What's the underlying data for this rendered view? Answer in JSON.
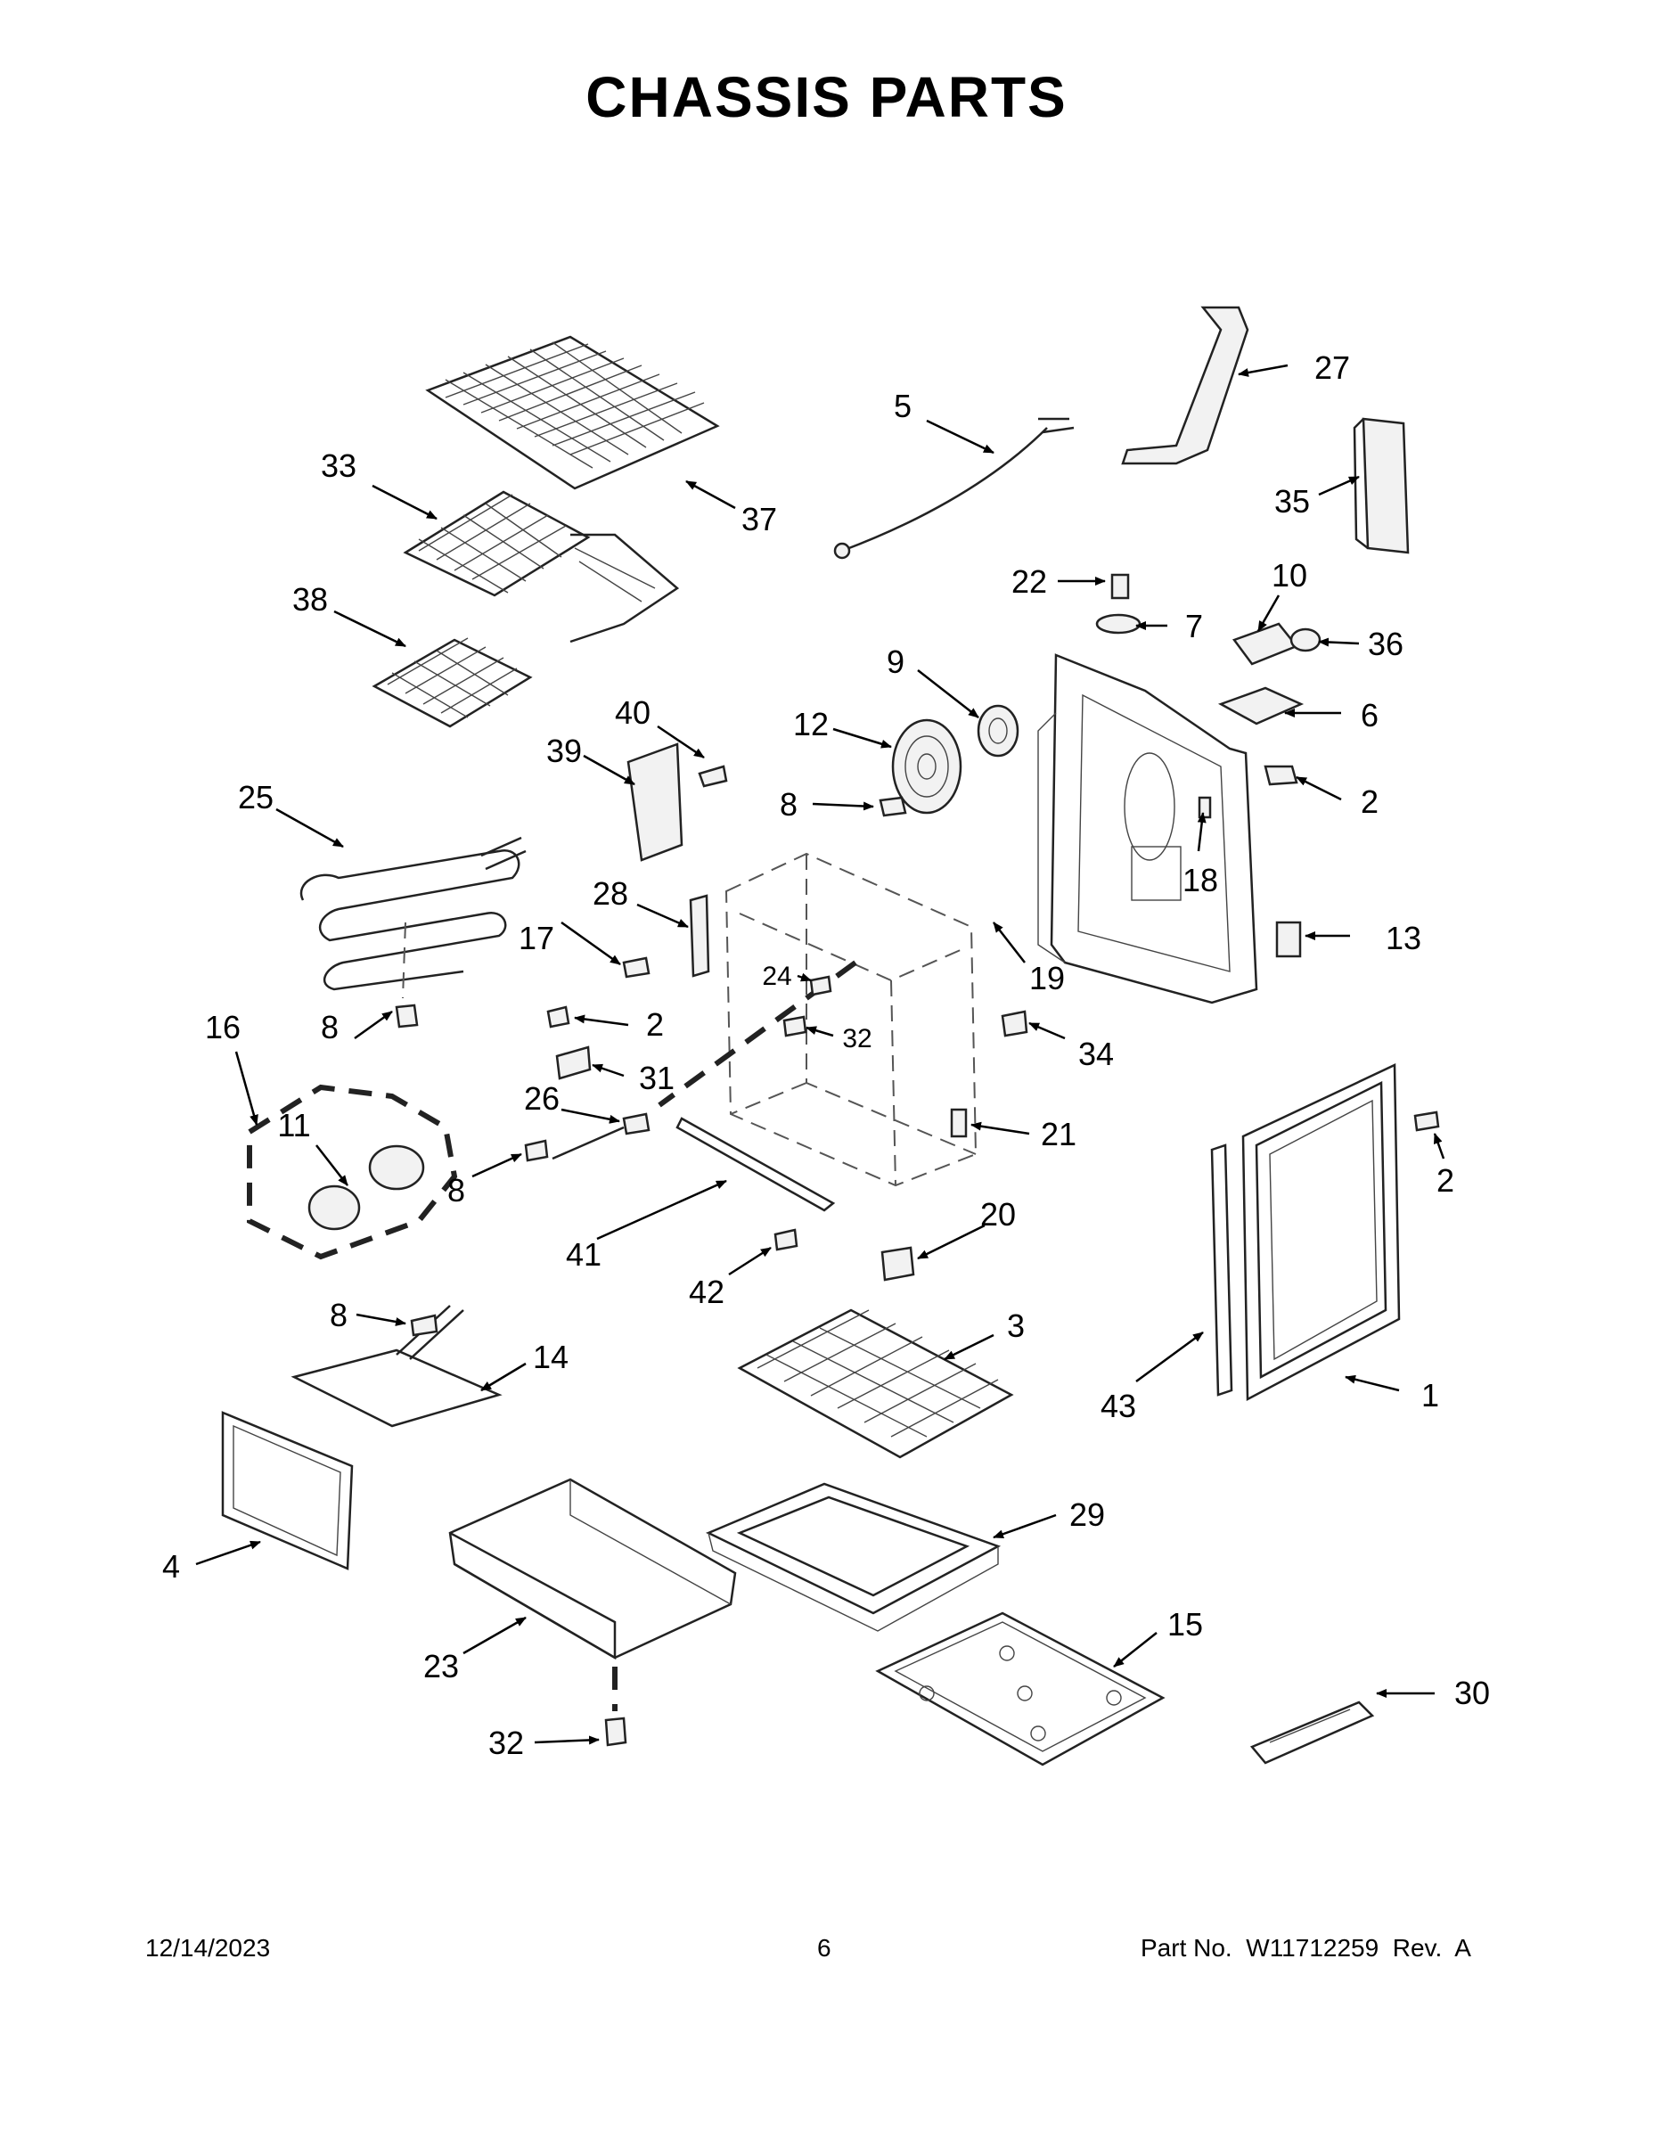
{
  "page": {
    "title": "CHASSIS PARTS",
    "footer": {
      "date": "12/14/2023",
      "page_number": "6",
      "part_no": "Part No.  W11712259  Rev.  A"
    }
  },
  "callouts": [
    {
      "id": "c27",
      "label": "27"
    },
    {
      "id": "c5",
      "label": "5"
    },
    {
      "id": "c33",
      "label": "33"
    },
    {
      "id": "c37",
      "label": "37"
    },
    {
      "id": "c35",
      "label": "35"
    },
    {
      "id": "c38",
      "label": "38"
    },
    {
      "id": "c22",
      "label": "22"
    },
    {
      "id": "c10",
      "label": "10"
    },
    {
      "id": "c7",
      "label": "7"
    },
    {
      "id": "c36",
      "label": "36"
    },
    {
      "id": "c9",
      "label": "9"
    },
    {
      "id": "c40",
      "label": "40"
    },
    {
      "id": "c39",
      "label": "39"
    },
    {
      "id": "c12",
      "label": "12"
    },
    {
      "id": "c6",
      "label": "6"
    },
    {
      "id": "c25",
      "label": "25"
    },
    {
      "id": "c8a",
      "label": "8"
    },
    {
      "id": "c2a",
      "label": "2"
    },
    {
      "id": "c18",
      "label": "18"
    },
    {
      "id": "c28",
      "label": "28"
    },
    {
      "id": "c13",
      "label": "13"
    },
    {
      "id": "c17",
      "label": "17"
    },
    {
      "id": "c19",
      "label": "19"
    },
    {
      "id": "c24",
      "label": "24"
    },
    {
      "id": "c8b",
      "label": "8"
    },
    {
      "id": "c2b",
      "label": "2"
    },
    {
      "id": "c16",
      "label": "16"
    },
    {
      "id": "c31",
      "label": "31"
    },
    {
      "id": "c32a",
      "label": "32"
    },
    {
      "id": "c34",
      "label": "34"
    },
    {
      "id": "c11",
      "label": "11"
    },
    {
      "id": "c26",
      "label": "26"
    },
    {
      "id": "c21",
      "label": "21"
    },
    {
      "id": "c2c",
      "label": "2"
    },
    {
      "id": "c8c",
      "label": "8"
    },
    {
      "id": "c20",
      "label": "20"
    },
    {
      "id": "c41",
      "label": "41"
    },
    {
      "id": "c42",
      "label": "42"
    },
    {
      "id": "c8d",
      "label": "8"
    },
    {
      "id": "c3",
      "label": "3"
    },
    {
      "id": "c14",
      "label": "14"
    },
    {
      "id": "c43",
      "label": "43"
    },
    {
      "id": "c1",
      "label": "1"
    },
    {
      "id": "c29",
      "label": "29"
    },
    {
      "id": "c4",
      "label": "4"
    },
    {
      "id": "c15",
      "label": "15"
    },
    {
      "id": "c23",
      "label": "23"
    },
    {
      "id": "c30",
      "label": "30"
    },
    {
      "id": "c32b",
      "label": "32"
    }
  ]
}
